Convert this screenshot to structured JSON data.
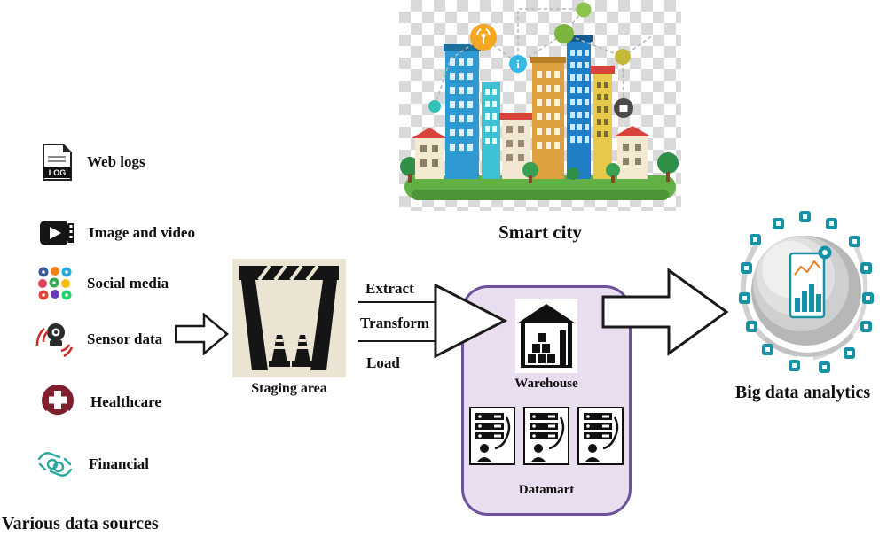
{
  "colors": {
    "purple_box_fill": "#e8def0",
    "purple_box_border": "#6e5198",
    "arrow_fill": "#ffffff",
    "arrow_stroke": "#1a1a1a",
    "teal_icon": "#1792a5",
    "healthcare_maroon": "#7e1f2d",
    "financial_teal": "#2aa79e",
    "sensor_wave_red": "#cc2a2a",
    "staging_bg": "#ece4d3"
  },
  "sources": {
    "title": "Various data sources",
    "items": [
      {
        "label": "Web logs",
        "icon": "web-logs-icon",
        "icon_text": "LOG"
      },
      {
        "label": "Image and video",
        "icon": "video-icon"
      },
      {
        "label": "Social media",
        "icon": "social-media-icon"
      },
      {
        "label": "Sensor data",
        "icon": "sensor-icon"
      },
      {
        "label": "Healthcare",
        "icon": "healthcare-icon"
      },
      {
        "label": "Financial",
        "icon": "financial-icon"
      }
    ]
  },
  "staging": {
    "label": "Staging area"
  },
  "etl": {
    "steps": [
      "Extract",
      "Transform",
      "Load"
    ]
  },
  "warehouse_box": {
    "warehouse_label": "Warehouse",
    "datamart_label": "Datamart"
  },
  "smart_city": {
    "label": "Smart city",
    "info_glyph": "i"
  },
  "analytics": {
    "label": "Big data analytics"
  }
}
